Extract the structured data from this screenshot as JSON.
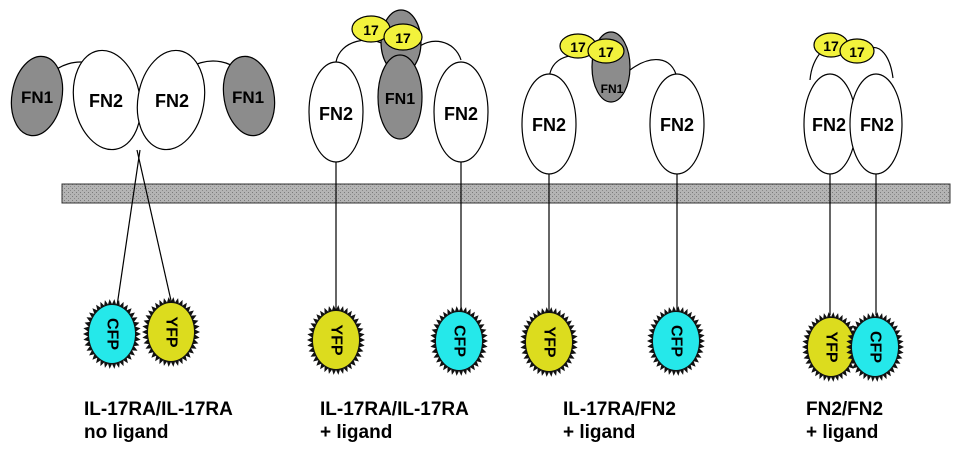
{
  "domain_labels": {
    "fn1": "FN1",
    "fn2": "FN2",
    "ligand": "17",
    "cfp": "CFP",
    "yfp": "YFP"
  },
  "colors": {
    "fn1_fill": "#8c8c8c",
    "fn2_fill": "#ffffff",
    "ligand_fill": "#f2f23c",
    "cfp_fill": "#25e8ea",
    "yfp_fill": "#dcdc1e",
    "membrane_fill": "#b4b4b4"
  },
  "panels": [
    {
      "line1": "IL-17RA/IL-17RA",
      "line2": "no ligand"
    },
    {
      "line1": "IL-17RA/IL-17RA",
      "line2": "+ ligand"
    },
    {
      "line1": "IL-17RA/FN2",
      "line2": "+ ligand"
    },
    {
      "line1": "FN2/FN2",
      "line2": "+ ligand"
    }
  ]
}
